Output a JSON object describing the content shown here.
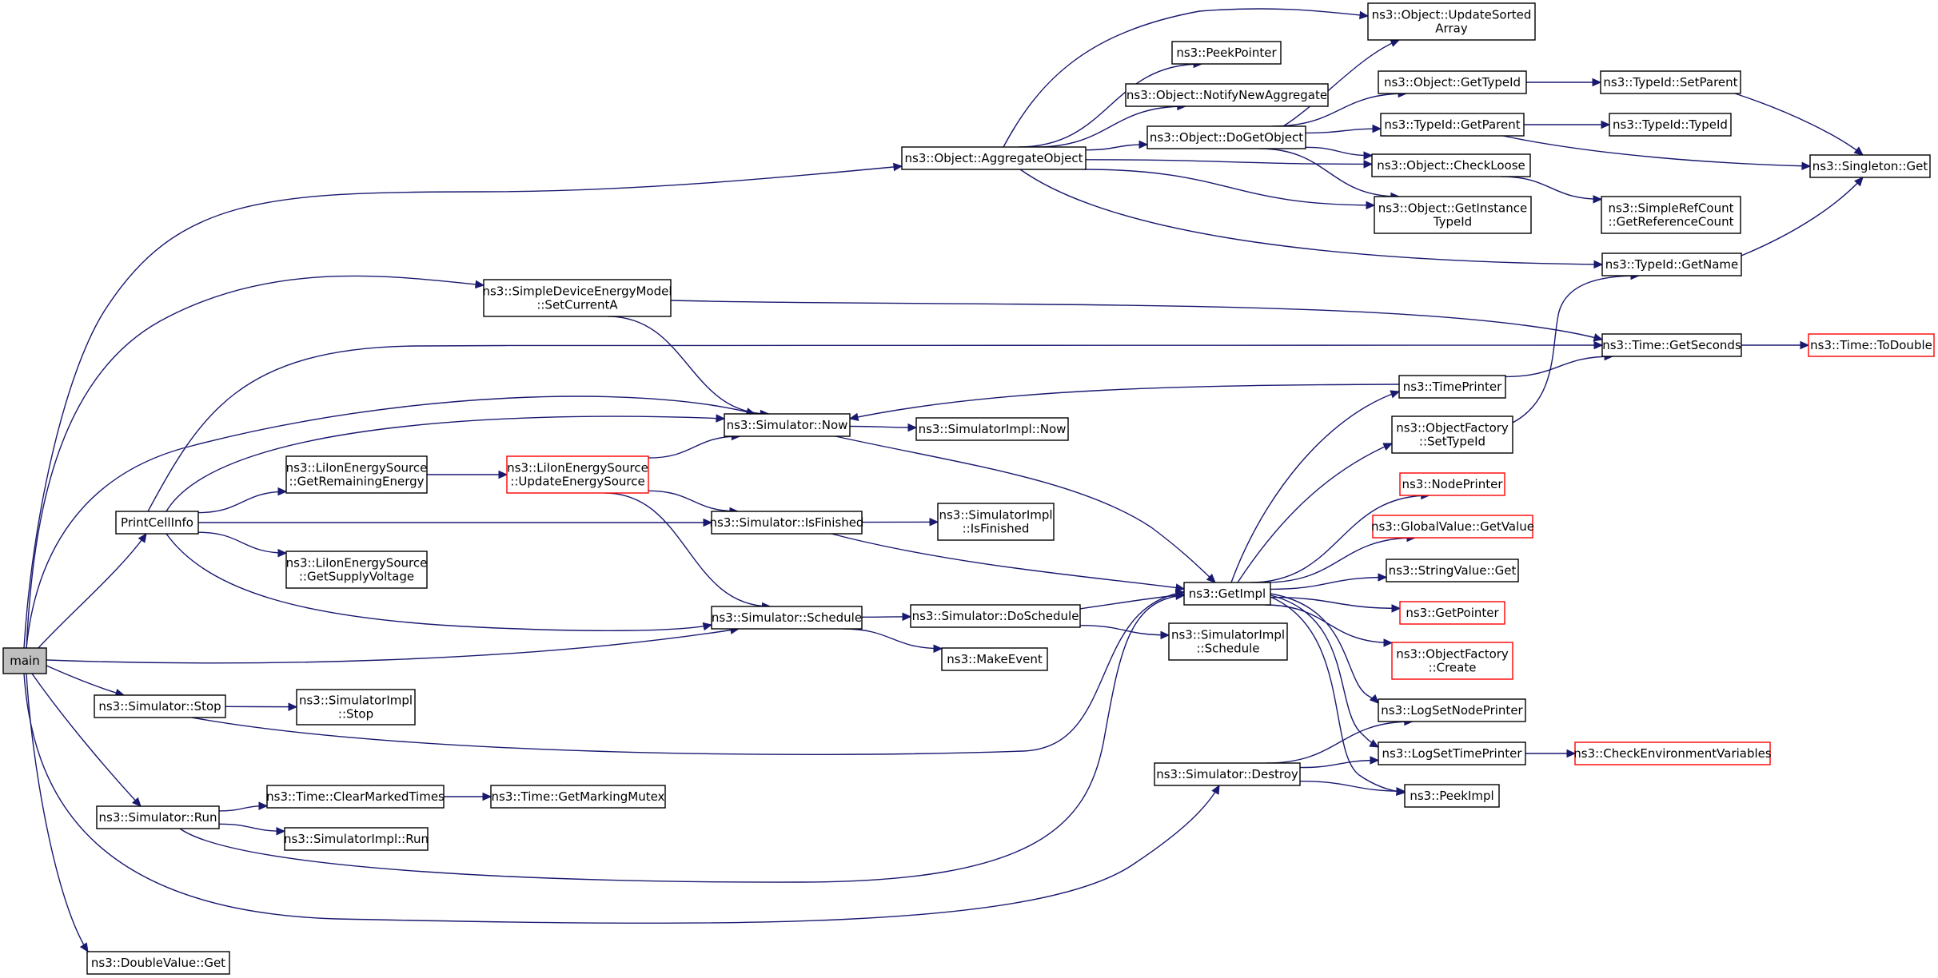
{
  "colors": {
    "edge": "#191970",
    "border": "#000000",
    "border_unexpanded": "#ff0000",
    "root_fill": "#bfbfbf",
    "fill": "#ffffff"
  },
  "nodes": [
    {
      "id": "main",
      "label": [
        "main"
      ],
      "style": "root"
    },
    {
      "id": "doublevalue-get",
      "label": [
        "ns3::DoubleValue::Get"
      ],
      "style": "normal"
    },
    {
      "id": "printcellinfo",
      "label": [
        "PrintCellInfo"
      ],
      "style": "normal"
    },
    {
      "id": "simulator-stop",
      "label": [
        "ns3::Simulator::Stop"
      ],
      "style": "normal"
    },
    {
      "id": "simulator-run",
      "label": [
        "ns3::Simulator::Run"
      ],
      "style": "normal"
    },
    {
      "id": "simulatorimpl-stop",
      "label": [
        "ns3::SimulatorImpl",
        "::Stop"
      ],
      "style": "normal"
    },
    {
      "id": "time-clearmarkedtimes",
      "label": [
        "ns3::Time::ClearMarkedTimes"
      ],
      "style": "normal"
    },
    {
      "id": "simulatorimpl-run",
      "label": [
        "ns3::SimulatorImpl::Run"
      ],
      "style": "normal"
    },
    {
      "id": "time-getmarkingmutex",
      "label": [
        "ns3::Time::GetMarkingMutex"
      ],
      "style": "normal"
    },
    {
      "id": "liion-getremainingenergy",
      "label": [
        "ns3::LiIonEnergySource",
        "::GetRemainingEnergy"
      ],
      "style": "normal"
    },
    {
      "id": "liion-getsupplyvoltage",
      "label": [
        "ns3::LiIonEnergySource",
        "::GetSupplyVoltage"
      ],
      "style": "normal"
    },
    {
      "id": "liion-updateenergysource",
      "label": [
        "ns3::LiIonEnergySource",
        "::UpdateEnergySource"
      ],
      "style": "unexpanded"
    },
    {
      "id": "simpledevice-setcurrenta",
      "label": [
        "ns3::SimpleDeviceEnergyModel",
        "::SetCurrentA"
      ],
      "style": "normal"
    },
    {
      "id": "simulator-now",
      "label": [
        "ns3::Simulator::Now"
      ],
      "style": "normal"
    },
    {
      "id": "simulator-isfinished",
      "label": [
        "ns3::Simulator::IsFinished"
      ],
      "style": "normal"
    },
    {
      "id": "simulator-schedule",
      "label": [
        "ns3::Simulator::Schedule"
      ],
      "style": "normal"
    },
    {
      "id": "simulatorimpl-now",
      "label": [
        "ns3::SimulatorImpl::Now"
      ],
      "style": "normal"
    },
    {
      "id": "simulatorimpl-isfinished",
      "label": [
        "ns3::SimulatorImpl",
        "::IsFinished"
      ],
      "style": "normal"
    },
    {
      "id": "simulator-doschedule",
      "label": [
        "ns3::Simulator::DoSchedule"
      ],
      "style": "normal"
    },
    {
      "id": "makeevent",
      "label": [
        "ns3::MakeEvent"
      ],
      "style": "normal"
    },
    {
      "id": "simulatorimpl-schedule",
      "label": [
        "ns3::SimulatorImpl",
        "::Schedule"
      ],
      "style": "normal"
    },
    {
      "id": "getimpl",
      "label": [
        "ns3::GetImpl"
      ],
      "style": "normal"
    },
    {
      "id": "simulator-destroy",
      "label": [
        "ns3::Simulator::Destroy"
      ],
      "style": "normal"
    },
    {
      "id": "object-aggregateobject",
      "label": [
        "ns3::Object::AggregateObject"
      ],
      "style": "normal"
    },
    {
      "id": "object-updatesortedarray",
      "label": [
        "ns3::Object::UpdateSorted",
        "Array"
      ],
      "style": "normal"
    },
    {
      "id": "peekpointer",
      "label": [
        "ns3::PeekPointer"
      ],
      "style": "normal"
    },
    {
      "id": "object-notifynewaggregate",
      "label": [
        "ns3::Object::NotifyNewAggregate"
      ],
      "style": "normal"
    },
    {
      "id": "object-dogetobject",
      "label": [
        "ns3::Object::DoGetObject"
      ],
      "style": "normal"
    },
    {
      "id": "object-gettypeid",
      "label": [
        "ns3::Object::GetTypeId"
      ],
      "style": "normal"
    },
    {
      "id": "typeid-getparent",
      "label": [
        "ns3::TypeId::GetParent"
      ],
      "style": "normal"
    },
    {
      "id": "object-checkloose",
      "label": [
        "ns3::Object::CheckLoose"
      ],
      "style": "normal"
    },
    {
      "id": "object-getinstancetypeid",
      "label": [
        "ns3::Object::GetInstance",
        "TypeId"
      ],
      "style": "normal"
    },
    {
      "id": "typeid-setparent",
      "label": [
        "ns3::TypeId::SetParent"
      ],
      "style": "normal"
    },
    {
      "id": "typeid-typeid",
      "label": [
        "ns3::TypeId::TypeId"
      ],
      "style": "normal"
    },
    {
      "id": "simplerefcount-getreferencecount",
      "label": [
        "ns3::SimpleRefCount",
        "::GetReferenceCount"
      ],
      "style": "normal"
    },
    {
      "id": "typeid-getname",
      "label": [
        "ns3::TypeId::GetName"
      ],
      "style": "normal"
    },
    {
      "id": "singleton-get",
      "label": [
        "ns3::Singleton::Get"
      ],
      "style": "normal"
    },
    {
      "id": "time-getseconds",
      "label": [
        "ns3::Time::GetSeconds"
      ],
      "style": "normal"
    },
    {
      "id": "time-todouble",
      "label": [
        "ns3::Time::ToDouble"
      ],
      "style": "unexpanded"
    },
    {
      "id": "timeprinter",
      "label": [
        "ns3::TimePrinter"
      ],
      "style": "normal"
    },
    {
      "id": "objectfactory-settypeid",
      "label": [
        "ns3::ObjectFactory",
        "::SetTypeId"
      ],
      "style": "normal"
    },
    {
      "id": "nodeprinter",
      "label": [
        "ns3::NodePrinter"
      ],
      "style": "unexpanded"
    },
    {
      "id": "globalvalue-getvalue",
      "label": [
        "ns3::GlobalValue::GetValue"
      ],
      "style": "unexpanded"
    },
    {
      "id": "stringvalue-get",
      "label": [
        "ns3::StringValue::Get"
      ],
      "style": "normal"
    },
    {
      "id": "getpointer",
      "label": [
        "ns3::GetPointer"
      ],
      "style": "unexpanded"
    },
    {
      "id": "objectfactory-create",
      "label": [
        "ns3::ObjectFactory",
        "::Create"
      ],
      "style": "unexpanded"
    },
    {
      "id": "logsetnodeprinter",
      "label": [
        "ns3::LogSetNodePrinter"
      ],
      "style": "normal"
    },
    {
      "id": "logsettimeprinter",
      "label": [
        "ns3::LogSetTimePrinter"
      ],
      "style": "normal"
    },
    {
      "id": "checkenvironmentvariables",
      "label": [
        "ns3::CheckEnvironmentVariables"
      ],
      "style": "unexpanded"
    },
    {
      "id": "peekimpl",
      "label": [
        "ns3::PeekImpl"
      ],
      "style": "normal"
    }
  ],
  "edges": [
    [
      "main",
      "doublevalue-get"
    ],
    [
      "main",
      "printcellinfo"
    ],
    [
      "main",
      "simulator-stop"
    ],
    [
      "main",
      "simulator-run"
    ],
    [
      "main",
      "simulator-schedule"
    ],
    [
      "main",
      "simulator-now"
    ],
    [
      "main",
      "simpledevice-setcurrenta"
    ],
    [
      "main",
      "object-aggregateobject"
    ],
    [
      "main",
      "simulator-destroy"
    ],
    [
      "printcellinfo",
      "liion-getremainingenergy"
    ],
    [
      "printcellinfo",
      "liion-getsupplyvoltage"
    ],
    [
      "printcellinfo",
      "simulator-isfinished"
    ],
    [
      "printcellinfo",
      "simulator-schedule"
    ],
    [
      "printcellinfo",
      "simulator-now"
    ],
    [
      "printcellinfo",
      "time-getseconds"
    ],
    [
      "simulator-stop",
      "simulatorimpl-stop"
    ],
    [
      "simulator-stop",
      "getimpl"
    ],
    [
      "simulator-run",
      "time-clearmarkedtimes"
    ],
    [
      "simulator-run",
      "simulatorimpl-run"
    ],
    [
      "simulator-run",
      "getimpl"
    ],
    [
      "time-clearmarkedtimes",
      "time-getmarkingmutex"
    ],
    [
      "liion-getremainingenergy",
      "liion-updateenergysource"
    ],
    [
      "liion-updateenergysource",
      "simulator-now"
    ],
    [
      "liion-updateenergysource",
      "simulator-isfinished"
    ],
    [
      "liion-updateenergysource",
      "simulator-schedule"
    ],
    [
      "simpledevice-setcurrenta",
      "simulator-now"
    ],
    [
      "simpledevice-setcurrenta",
      "time-getseconds"
    ],
    [
      "simulator-now",
      "simulatorimpl-now"
    ],
    [
      "simulator-now",
      "getimpl"
    ],
    [
      "simulator-isfinished",
      "simulatorimpl-isfinished"
    ],
    [
      "simulator-isfinished",
      "getimpl"
    ],
    [
      "simulator-schedule",
      "simulator-doschedule"
    ],
    [
      "simulator-schedule",
      "makeevent"
    ],
    [
      "simulator-doschedule",
      "simulatorimpl-schedule"
    ],
    [
      "simulator-doschedule",
      "getimpl"
    ],
    [
      "getimpl",
      "timeprinter"
    ],
    [
      "getimpl",
      "objectfactory-settypeid"
    ],
    [
      "getimpl",
      "nodeprinter"
    ],
    [
      "getimpl",
      "globalvalue-getvalue"
    ],
    [
      "getimpl",
      "stringvalue-get"
    ],
    [
      "getimpl",
      "getpointer"
    ],
    [
      "getimpl",
      "objectfactory-create"
    ],
    [
      "getimpl",
      "logsetnodeprinter"
    ],
    [
      "getimpl",
      "logsettimeprinter"
    ],
    [
      "getimpl",
      "peekimpl"
    ],
    [
      "simulator-destroy",
      "logsetnodeprinter"
    ],
    [
      "simulator-destroy",
      "logsettimeprinter"
    ],
    [
      "simulator-destroy",
      "peekimpl"
    ],
    [
      "logsettimeprinter",
      "checkenvironmentvariables"
    ],
    [
      "timeprinter",
      "simulator-now"
    ],
    [
      "timeprinter",
      "time-getseconds"
    ],
    [
      "objectfactory-settypeid",
      "typeid-getname"
    ],
    [
      "time-getseconds",
      "time-todouble"
    ],
    [
      "object-aggregateobject",
      "object-updatesortedarray"
    ],
    [
      "object-aggregateobject",
      "peekpointer"
    ],
    [
      "object-aggregateobject",
      "object-notifynewaggregate"
    ],
    [
      "object-aggregateobject",
      "object-dogetobject"
    ],
    [
      "object-aggregateobject",
      "object-checkloose"
    ],
    [
      "object-aggregateobject",
      "object-getinstancetypeid"
    ],
    [
      "object-aggregateobject",
      "typeid-getname"
    ],
    [
      "object-dogetobject",
      "object-updatesortedarray"
    ],
    [
      "object-dogetobject",
      "object-gettypeid"
    ],
    [
      "object-dogetobject",
      "typeid-getparent"
    ],
    [
      "object-dogetobject",
      "object-checkloose"
    ],
    [
      "object-dogetobject",
      "object-getinstancetypeid"
    ],
    [
      "object-gettypeid",
      "typeid-setparent"
    ],
    [
      "typeid-getparent",
      "typeid-typeid"
    ],
    [
      "typeid-getparent",
      "singleton-get"
    ],
    [
      "typeid-setparent",
      "singleton-get"
    ],
    [
      "object-checkloose",
      "simplerefcount-getreferencecount"
    ],
    [
      "typeid-getname",
      "singleton-get"
    ]
  ]
}
